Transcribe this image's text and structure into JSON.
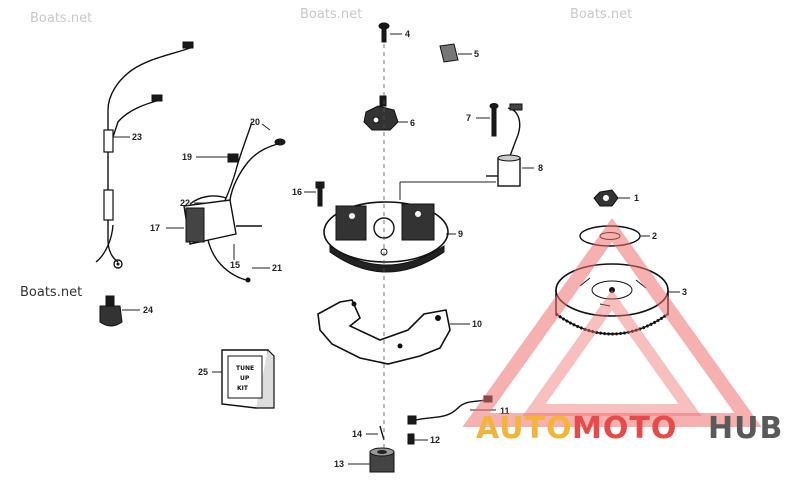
{
  "watermark": {
    "text": "Boats.net"
  },
  "logo": {
    "word_auto": "AUTO",
    "word_moto": "MOTO",
    "word_hub": "HUB",
    "colors": {
      "auto": "#f2b53a",
      "moto": "#e84a4a",
      "hub": "#5a5a5a",
      "triangle": "#f07070"
    }
  },
  "kit_label": [
    "TUNE",
    "UP",
    "KIT"
  ],
  "callouts": {
    "c1": "1",
    "c2": "2",
    "c3": "3",
    "c4": "4",
    "c5": "5",
    "c6": "6",
    "c7": "7",
    "c8": "8",
    "c9": "9",
    "c10": "10",
    "c11": "11",
    "c12": "12",
    "c13": "13",
    "c14": "14",
    "c15": "15",
    "c16": "16",
    "c17": "17",
    "c19": "19",
    "c20": "20",
    "c21": "21",
    "c22": "22",
    "c23": "23",
    "c24": "24",
    "c25": "25"
  }
}
